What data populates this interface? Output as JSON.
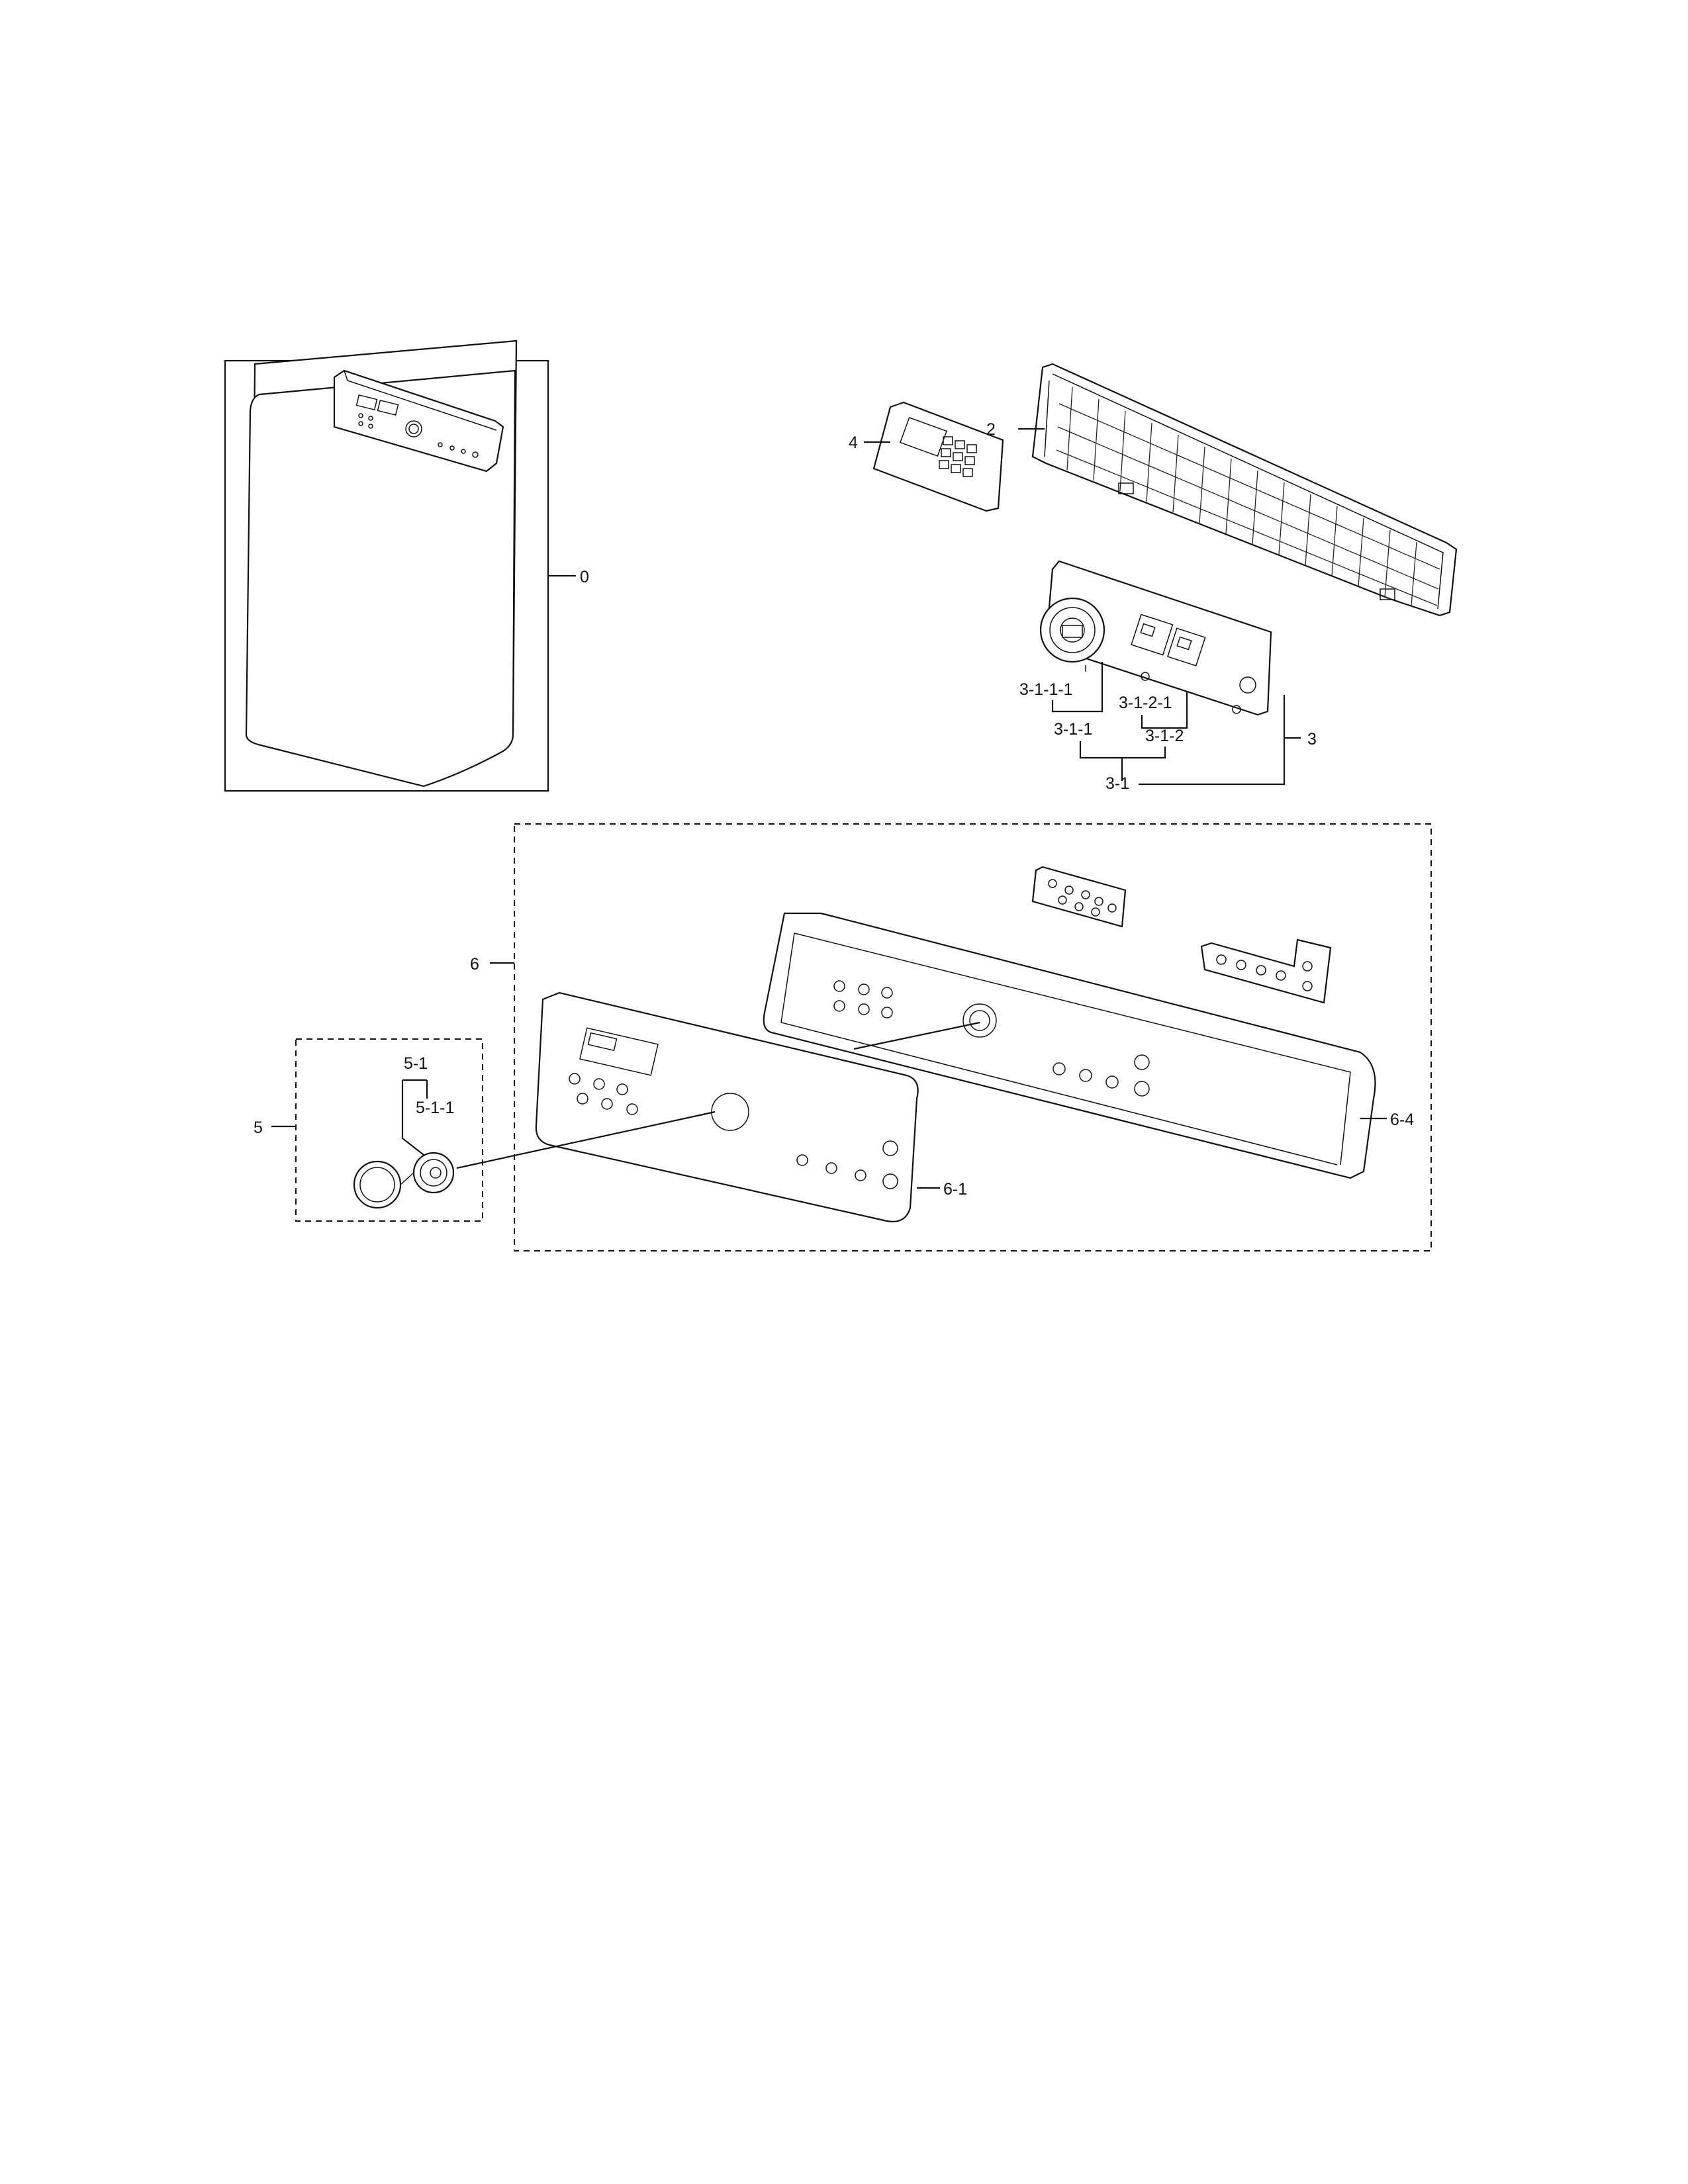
{
  "labels": {
    "l0": "0",
    "l2": "2",
    "l3": "3",
    "l3_1": "3-1",
    "l3_1_1": "3-1-1",
    "l3_1_1_1": "3-1-1-1",
    "l3_1_2": "3-1-2",
    "l3_1_2_1": "3-1-2-1",
    "l4": "4",
    "l5": "5",
    "l5_1": "5-1",
    "l5_1_1": "5-1-1",
    "l6": "6",
    "l6_1": "6-1",
    "l6_4": "6-4"
  },
  "colors": {
    "line": "#111111",
    "background": "#ffffff"
  },
  "icons": {
    "washer": "washer-overview-icon",
    "frame": "frame-panel-icon",
    "pcb": "pcb-assembly-icon",
    "knob": "knob-icon"
  }
}
